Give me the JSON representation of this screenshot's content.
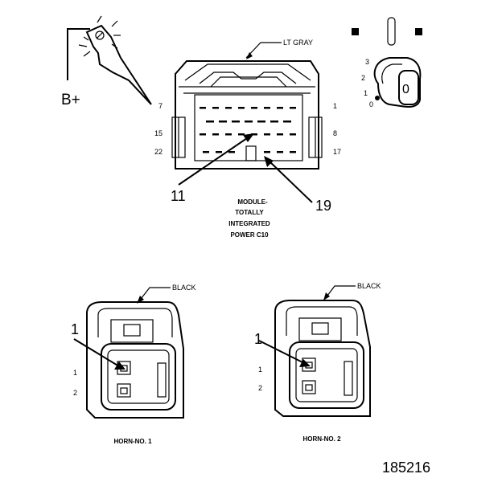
{
  "power_symbol": {
    "label": "B+"
  },
  "module_connector": {
    "color_label": "LT GRAY",
    "pin_labels": {
      "top_left": "7",
      "top_right": "1",
      "mid_left": "15",
      "mid_right": "8",
      "bottom_left": "22",
      "bottom_right": "17"
    },
    "callout_left": "11",
    "callout_right": "19",
    "title_lines": [
      "MODULE-",
      "TOTALLY",
      "INTEGRATED",
      "POWER C10"
    ]
  },
  "ignition_switch": {
    "positions": [
      "3",
      "2",
      "1",
      "0"
    ],
    "indicator": "0"
  },
  "horn1_connector": {
    "color_label": "BLACK",
    "callout": "1",
    "pin_labels": [
      "1",
      "2"
    ],
    "title": "HORN-NO. 1"
  },
  "horn2_connector": {
    "color_label": "BLACK",
    "callout": "1",
    "pin_labels": [
      "1",
      "2"
    ],
    "title": "HORN-NO. 2"
  },
  "figure_number": "185216"
}
